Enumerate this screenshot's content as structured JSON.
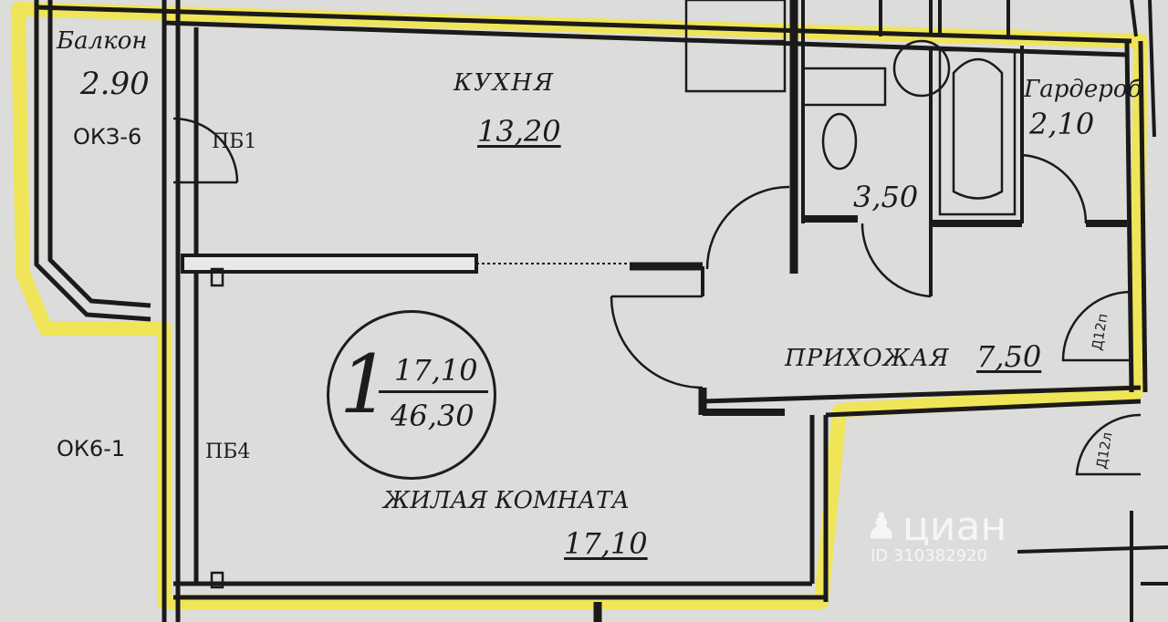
{
  "rooms": {
    "balcony": {
      "name": "Балкон",
      "area": "2.90"
    },
    "kitchen": {
      "name": "КУХНЯ",
      "area": "13,20"
    },
    "bathroom": {
      "area": "3,50"
    },
    "wardrobe": {
      "name": "Гардероб",
      "area": "2,10"
    },
    "hallway": {
      "name": "ПРИХОЖАЯ",
      "area": "7,50"
    },
    "living": {
      "name": "ЖИЛАЯ КОМНАТА",
      "area": "17,10"
    }
  },
  "apartment_badge": {
    "rooms": "1",
    "living_area": "17,10",
    "total_area": "46,30"
  },
  "window_labels": {
    "left_top": "ОКЗ-6",
    "left_bottom": "ОК6-1"
  },
  "partition_labels": {
    "upper": "ПБ1",
    "lower": "ПБ4"
  },
  "door_labels": {
    "door1": "Д12п",
    "door2": "Д12л"
  },
  "watermark": {
    "brand": "циан",
    "id": "ID 310382920"
  },
  "colors": {
    "highlight": "#f2e64a",
    "wall": "#1a1a1a",
    "paper": "#dcdcda"
  }
}
